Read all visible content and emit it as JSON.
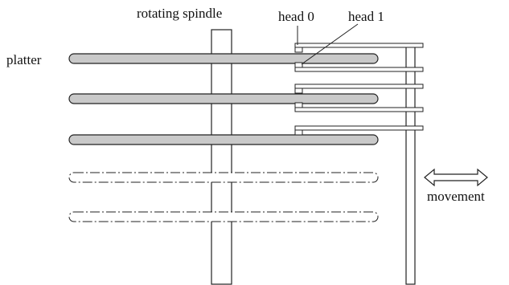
{
  "labels": {
    "rotating_spindle": "rotating spindle",
    "head_0": "head 0",
    "head_1": "head 1",
    "platter": "platter",
    "movement": "movement"
  },
  "colors": {
    "platter_fill": "#c9c9c9",
    "stroke": "#222222",
    "background": "#ffffff"
  },
  "platters": {
    "solid_count": 3,
    "dashed_count": 2
  },
  "heads": {
    "arm_count": 5
  }
}
